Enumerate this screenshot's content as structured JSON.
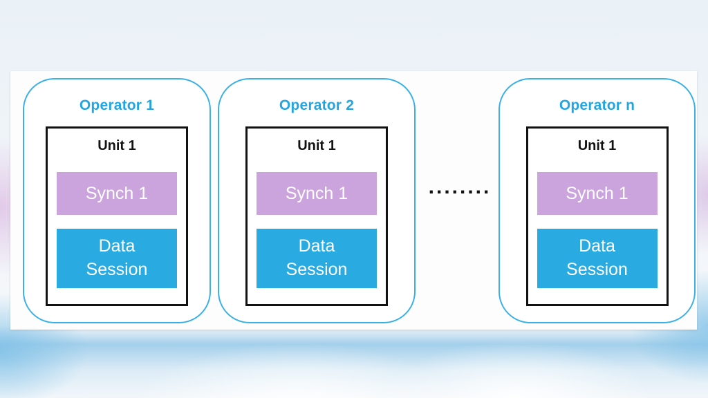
{
  "colors": {
    "card_border_cyan": "#3AB0E5",
    "operator_title_blue": "#23A5DF",
    "unit_border_black": "#121212",
    "synch_purple": "#CBA4DD",
    "data_session_blue": "#29ABE2",
    "box_text_white": "#FFFFFF",
    "panel_background": "#FDFDFE"
  },
  "diagram": {
    "ellipsis": "........",
    "operators": [
      {
        "title": "Operator 1",
        "unit": {
          "label": "Unit 1",
          "synch_label": "Synch 1",
          "data_label": "Data Session"
        }
      },
      {
        "title": "Operator 2",
        "unit": {
          "label": "Unit 1",
          "synch_label": "Synch 1",
          "data_label": "Data Session"
        }
      },
      {
        "title": "Operator n",
        "unit": {
          "label": "Unit 1",
          "synch_label": "Synch 1",
          "data_label": "Data Session"
        }
      }
    ]
  }
}
